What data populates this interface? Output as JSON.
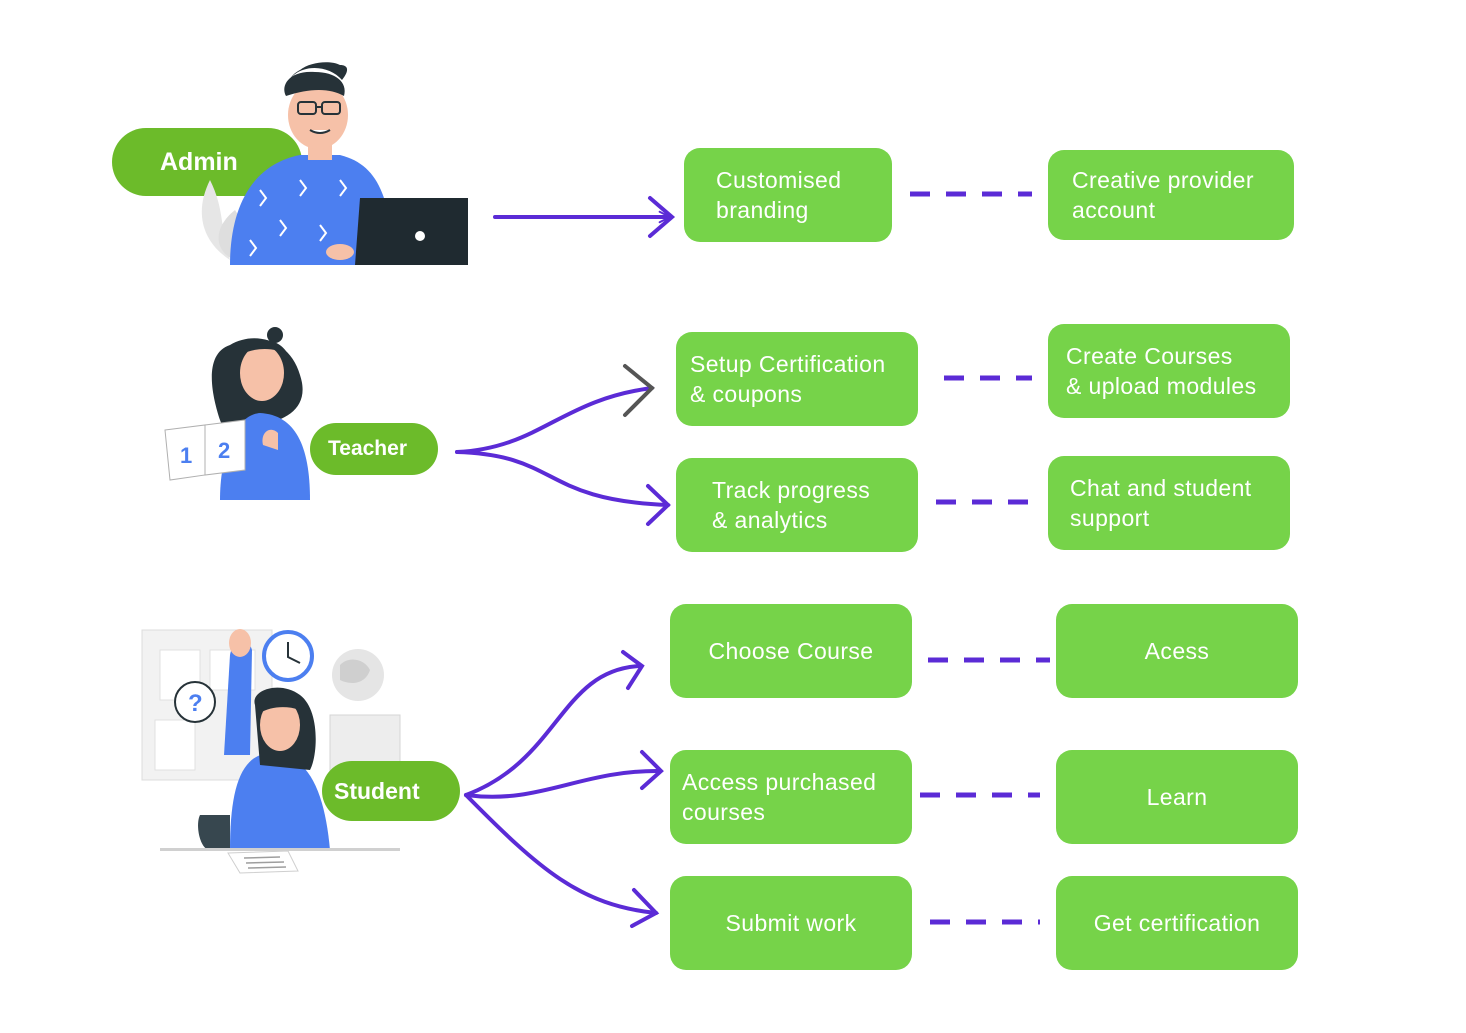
{
  "colors": {
    "box_green": "#76d349",
    "pill_green": "#6cbb2a",
    "connector_purple": "#5b2bd6",
    "figure_blue": "#4c7ff0"
  },
  "roles": {
    "admin": {
      "label": "Admin"
    },
    "teacher": {
      "label": "Teacher"
    },
    "student": {
      "label": "Student"
    }
  },
  "admin_steps": [
    {
      "action": "Customised\nbranding",
      "result": "Creative provider\naccount"
    }
  ],
  "teacher_steps": [
    {
      "action": "Setup Certification\n& coupons",
      "result": "Create Courses\n& upload modules"
    },
    {
      "action": "Track progress\n& analytics",
      "result": "Chat and student\nsupport"
    }
  ],
  "student_steps": [
    {
      "action": "Choose Course",
      "result": "Acess"
    },
    {
      "action": "Access purchased\ncourses",
      "result": "Learn"
    },
    {
      "action": "Submit work",
      "result": "Get certification"
    }
  ],
  "icons": {
    "admin_figure": "person-with-laptop-icon",
    "teacher_figure": "teacher-with-book-icon",
    "student_figure": "student-raising-hand-icon",
    "clock": "clock-icon",
    "globe": "globe-icon",
    "question": "question-mark-icon"
  },
  "book_numbers": [
    "1",
    "2"
  ],
  "question_mark": "?"
}
